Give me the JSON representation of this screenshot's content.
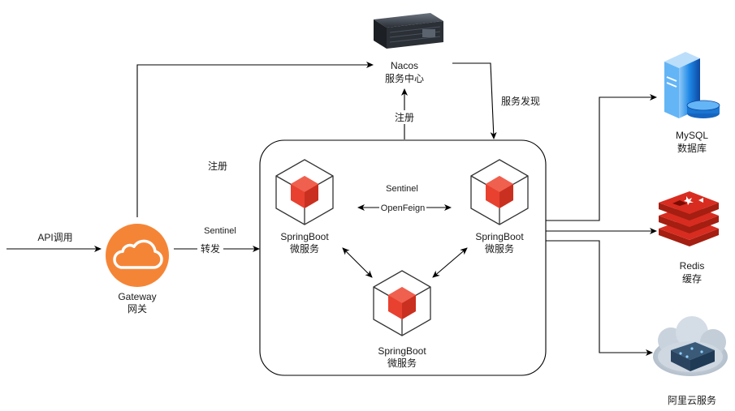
{
  "nodes": {
    "nacos": {
      "line1": "Nacos",
      "line2": "服务中心"
    },
    "gateway": {
      "line1": "Gateway",
      "line2": "网关"
    },
    "svc_left": {
      "line1": "SpringBoot",
      "line2": "微服务"
    },
    "svc_right": {
      "line1": "SpringBoot",
      "line2": "微服务"
    },
    "svc_bottom": {
      "line1": "SpringBoot",
      "line2": "微服务"
    },
    "mysql": {
      "line1": "MySQL",
      "line2": "数据库"
    },
    "redis": {
      "line1": "Redis",
      "line2": "缓存"
    },
    "aliyun": {
      "line1": "阿里云服务"
    }
  },
  "edges": {
    "api_call": "API调用",
    "register_gateway": "注册",
    "register_services": "注册",
    "discovery": "服务发现",
    "forward_top": "Sentinel",
    "forward_bottom": "转发",
    "peer_top": "Sentinel",
    "peer_bottom": "OpenFeign"
  },
  "colors": {
    "gateway_orange": "#F58536",
    "service_red": "#E8412F",
    "mysql_blue": "#1E88E5",
    "redis_red": "#D22D26",
    "server_dark": "#2b2f36"
  }
}
